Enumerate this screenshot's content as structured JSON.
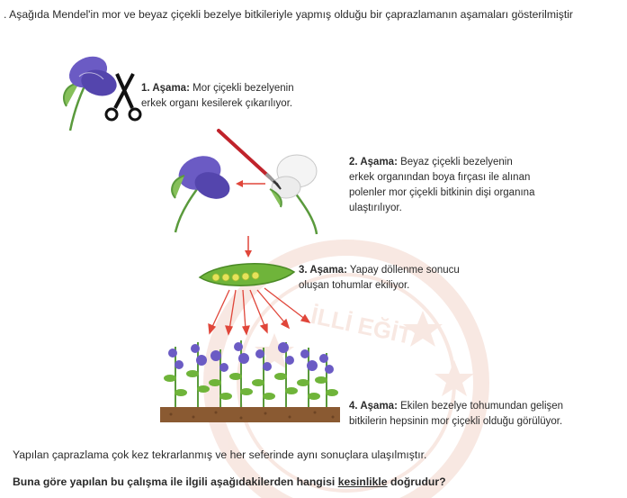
{
  "intro": ". Aşağıda Mendel'in mor ve beyaz çiçekli bezelye bitkileriyle yapmış olduğu bir çaprazlamanın aşamaları gösterilmiştir",
  "watermark": "İLLİ EĞİT",
  "steps": [
    {
      "title": "1. Aşama:",
      "lines": [
        "Mor çiçekli bezelyenin",
        "erkek organı kesilerek çıkarılıyor."
      ]
    },
    {
      "title": "2. Aşama:",
      "lines": [
        "Beyaz çiçekli bezelyenin",
        "erkek organından boya fırçası ile alınan",
        "polenler mor çiçekli bitkinin dişi organına",
        "ulaştırılıyor."
      ]
    },
    {
      "title": "3. Aşama:",
      "lines": [
        "Yapay döllenme sonucu",
        "oluşan tohumlar ekiliyor."
      ]
    },
    {
      "title": "4. Aşama:",
      "lines": [
        "Ekilen bezelye tohumundan gelişen",
        "bitkilerin hepsinin mor çiçekli olduğu görülüyor."
      ]
    }
  ],
  "conclusion": "Yapılan çaprazlama çok kez tekrarlanmış ve her seferinde aynı sonuçlara ulaşılmıştır.",
  "question": {
    "before": "Buna göre yapılan bu çalışma ile ilgili aşağıdakilerden hangisi ",
    "underlined": "kesinlikle",
    "after": " doğrudur?"
  },
  "colors": {
    "purple": "#6b5bc4",
    "purple_dark": "#3d2f8f",
    "arrow": "#e0463a",
    "watermark": "#f3d6cc",
    "stem": "#5a9a3c",
    "soil": "#8a5a32",
    "pod": "#6fb43a"
  }
}
